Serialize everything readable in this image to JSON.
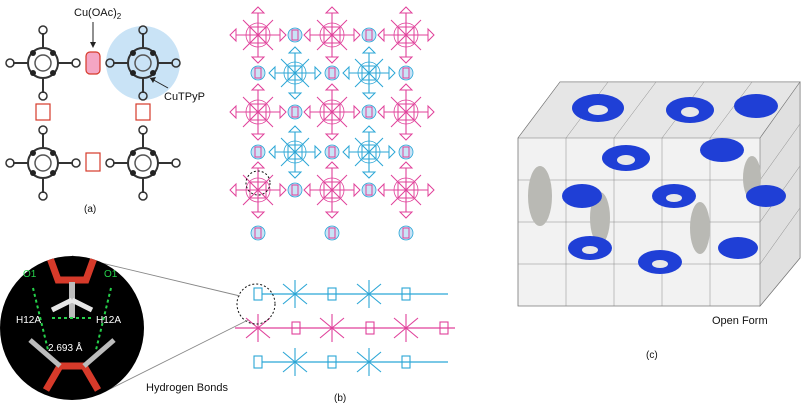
{
  "panel_a": {
    "label": "(a)",
    "callout_top": "Cu(OAc)",
    "callout_top_sub": "2",
    "callout_right": "CuTPyP"
  },
  "panel_b": {
    "label": "(b)"
  },
  "panel_c": {
    "label": "(c)",
    "caption": "Open Form"
  },
  "inset": {
    "o1_left": "O1",
    "o1_right": "O1",
    "h_left": "H12A",
    "h_right": "H12A",
    "distance": "2.693 Å",
    "caption": "Hydrogen Bonds"
  },
  "colors": {
    "magenta": "#e0409a",
    "cyan": "#2aa6d6",
    "lightblue": "#c9e3f6",
    "blue": "#1f3fd6",
    "red": "#d63a2a",
    "gray": "#8a8a8a"
  }
}
